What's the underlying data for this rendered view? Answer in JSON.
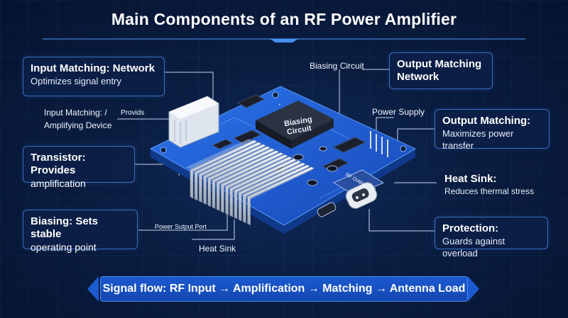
{
  "title": "Main Components of an RF Power Amplifier",
  "boxes": {
    "input_matching": {
      "heading": "Input Matching: Network",
      "sub": "Optimizes signal entry"
    },
    "transistor": {
      "heading": "Transistor: Provides",
      "sub": "amplification"
    },
    "biasing": {
      "heading": "Biasing: Sets stable",
      "sub": "operating point"
    },
    "output_matching_network": {
      "heading": "Output Matching",
      "sub": "Network"
    },
    "output_matching": {
      "heading": "Output Matching:",
      "sub": "Maximizes power transfer"
    },
    "heat_sink": {
      "heading": "Heat Sink:",
      "sub": "Reduces thermal stress"
    },
    "protection": {
      "heading": "Protection:",
      "sub": "Guards against overload"
    }
  },
  "labels": {
    "amplifying_device_1": "Input Matching: /",
    "amplifying_device_2": "Amplifying Device",
    "provids": "Provids",
    "biasing_circuit": "Biasing Circuit",
    "power_supply": "Power Supply",
    "power_output_port": "Power Sutput Port",
    "heat_sink": "Heat Sink"
  },
  "board": {
    "chip_label_1": "Biasing",
    "chip_label_2": "Circuit",
    "port_label": "RF Output Port"
  },
  "banner": "Signal flow: RF Input → Amplification → Matching → Antenna Load",
  "colors": {
    "background": "#0a1d40",
    "board_blue": "#1f5fd6",
    "box_border": "#3a6fc0",
    "banner_blue": "#1b5ad0"
  }
}
